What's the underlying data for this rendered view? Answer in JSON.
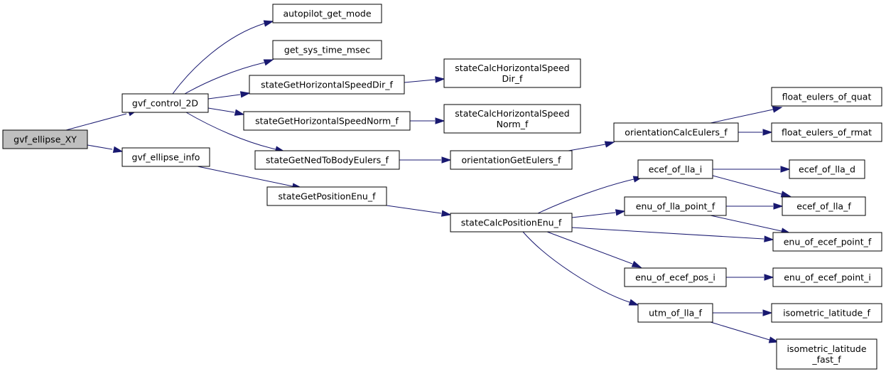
{
  "nodes": [
    {
      "id": "gvf_ellipse_XY",
      "lines": [
        "gvf_ellipse_XY"
      ],
      "root": true
    },
    {
      "id": "gvf_control_2D",
      "lines": [
        "gvf_control_2D"
      ]
    },
    {
      "id": "gvf_ellipse_info",
      "lines": [
        "gvf_ellipse_info"
      ]
    },
    {
      "id": "autopilot_get_mode",
      "lines": [
        "autopilot_get_mode"
      ]
    },
    {
      "id": "get_sys_time_msec",
      "lines": [
        "get_sys_time_msec"
      ]
    },
    {
      "id": "stateGetHorizontalSpeedDir_f",
      "lines": [
        "stateGetHorizontalSpeedDir_f"
      ]
    },
    {
      "id": "stateGetHorizontalSpeedNorm_f",
      "lines": [
        "stateGetHorizontalSpeedNorm_f"
      ]
    },
    {
      "id": "stateGetNedToBodyEulers_f",
      "lines": [
        "stateGetNedToBodyEulers_f"
      ]
    },
    {
      "id": "stateGetPositionEnu_f",
      "lines": [
        "stateGetPositionEnu_f"
      ]
    },
    {
      "id": "stateCalcHorizontalSpeedDir_f",
      "lines": [
        "stateCalcHorizontalSpeed",
        "Dir_f"
      ]
    },
    {
      "id": "stateCalcHorizontalSpeedNorm_f",
      "lines": [
        "stateCalcHorizontalSpeed",
        "Norm_f"
      ]
    },
    {
      "id": "orientationGetEulers_f",
      "lines": [
        "orientationGetEulers_f"
      ]
    },
    {
      "id": "stateCalcPositionEnu_f",
      "lines": [
        "stateCalcPositionEnu_f"
      ]
    },
    {
      "id": "orientationCalcEulers_f",
      "lines": [
        "orientationCalcEulers_f"
      ]
    },
    {
      "id": "ecef_of_lla_i",
      "lines": [
        "ecef_of_lla_i"
      ]
    },
    {
      "id": "enu_of_lla_point_f",
      "lines": [
        "enu_of_lla_point_f"
      ]
    },
    {
      "id": "enu_of_ecef_pos_i",
      "lines": [
        "enu_of_ecef_pos_i"
      ]
    },
    {
      "id": "utm_of_lla_f",
      "lines": [
        "utm_of_lla_f"
      ]
    },
    {
      "id": "float_eulers_of_quat",
      "lines": [
        "float_eulers_of_quat"
      ]
    },
    {
      "id": "float_eulers_of_rmat",
      "lines": [
        "float_eulers_of_rmat"
      ]
    },
    {
      "id": "ecef_of_lla_d",
      "lines": [
        "ecef_of_lla_d"
      ]
    },
    {
      "id": "ecef_of_lla_f",
      "lines": [
        "ecef_of_lla_f"
      ]
    },
    {
      "id": "enu_of_ecef_point_f",
      "lines": [
        "enu_of_ecef_point_f"
      ]
    },
    {
      "id": "enu_of_ecef_point_i",
      "lines": [
        "enu_of_ecef_point_i"
      ]
    },
    {
      "id": "isometric_latitude_f",
      "lines": [
        "isometric_latitude_f"
      ]
    },
    {
      "id": "isometric_latitude_fast_f",
      "lines": [
        "isometric_latitude",
        "_fast_f"
      ]
    }
  ],
  "edges": [
    {
      "from": "gvf_ellipse_XY",
      "to": "gvf_control_2D"
    },
    {
      "from": "gvf_ellipse_XY",
      "to": "gvf_ellipse_info"
    },
    {
      "from": "gvf_control_2D",
      "to": "autopilot_get_mode"
    },
    {
      "from": "gvf_control_2D",
      "to": "get_sys_time_msec"
    },
    {
      "from": "gvf_control_2D",
      "to": "stateGetHorizontalSpeedDir_f"
    },
    {
      "from": "gvf_control_2D",
      "to": "stateGetHorizontalSpeedNorm_f"
    },
    {
      "from": "gvf_control_2D",
      "to": "stateGetNedToBodyEulers_f"
    },
    {
      "from": "gvf_ellipse_info",
      "to": "stateGetPositionEnu_f"
    },
    {
      "from": "stateGetHorizontalSpeedDir_f",
      "to": "stateCalcHorizontalSpeedDir_f"
    },
    {
      "from": "stateGetHorizontalSpeedNorm_f",
      "to": "stateCalcHorizontalSpeedNorm_f"
    },
    {
      "from": "stateGetNedToBodyEulers_f",
      "to": "orientationGetEulers_f"
    },
    {
      "from": "orientationGetEulers_f",
      "to": "orientationCalcEulers_f"
    },
    {
      "from": "orientationCalcEulers_f",
      "to": "float_eulers_of_quat"
    },
    {
      "from": "orientationCalcEulers_f",
      "to": "float_eulers_of_rmat"
    },
    {
      "from": "stateGetPositionEnu_f",
      "to": "stateCalcPositionEnu_f"
    },
    {
      "from": "stateCalcPositionEnu_f",
      "to": "ecef_of_lla_i"
    },
    {
      "from": "stateCalcPositionEnu_f",
      "to": "enu_of_lla_point_f"
    },
    {
      "from": "stateCalcPositionEnu_f",
      "to": "enu_of_ecef_point_f"
    },
    {
      "from": "stateCalcPositionEnu_f",
      "to": "enu_of_ecef_pos_i"
    },
    {
      "from": "stateCalcPositionEnu_f",
      "to": "utm_of_lla_f"
    },
    {
      "from": "ecef_of_lla_i",
      "to": "ecef_of_lla_d"
    },
    {
      "from": "ecef_of_lla_i",
      "to": "ecef_of_lla_f"
    },
    {
      "from": "enu_of_lla_point_f",
      "to": "ecef_of_lla_f"
    },
    {
      "from": "enu_of_lla_point_f",
      "to": "enu_of_ecef_point_f"
    },
    {
      "from": "enu_of_ecef_pos_i",
      "to": "enu_of_ecef_point_i"
    },
    {
      "from": "utm_of_lla_f",
      "to": "isometric_latitude_f"
    },
    {
      "from": "utm_of_lla_f",
      "to": "isometric_latitude_fast_f"
    }
  ],
  "colors": {
    "edge": "#191970",
    "node_border": "#000000",
    "root_fill": "#bfbfbf",
    "node_fill": "#ffffff"
  }
}
